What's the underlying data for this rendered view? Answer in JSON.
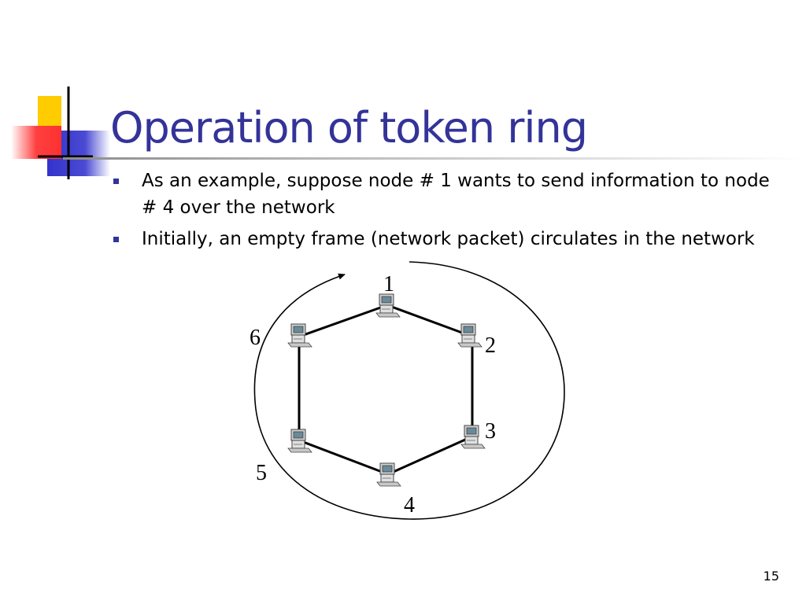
{
  "slide": {
    "title": "Operation of token ring",
    "bullets": [
      "As an example, suppose node # 1 wants to send information to node # 4 over the network",
      "Initially, an empty frame (network packet) circulates in the network"
    ],
    "page_number": "15"
  },
  "diagram": {
    "topology": "ring",
    "direction": "clockwise",
    "nodes": [
      {
        "label": "1",
        "icon": "computer-icon"
      },
      {
        "label": "2",
        "icon": "computer-icon"
      },
      {
        "label": "3",
        "icon": "computer-icon"
      },
      {
        "label": "4",
        "icon": "computer-icon"
      },
      {
        "label": "5",
        "icon": "computer-icon"
      },
      {
        "label": "6",
        "icon": "computer-icon"
      }
    ],
    "links": [
      [
        "1",
        "2"
      ],
      [
        "2",
        "3"
      ],
      [
        "3",
        "4"
      ],
      [
        "4",
        "5"
      ],
      [
        "5",
        "6"
      ],
      [
        "6",
        "1"
      ]
    ]
  },
  "colors": {
    "title": "#333399",
    "bullet": "#333399",
    "accent_yellow": "#ffcc00",
    "accent_blue": "#3333cc",
    "accent_red": "#ff3333"
  }
}
